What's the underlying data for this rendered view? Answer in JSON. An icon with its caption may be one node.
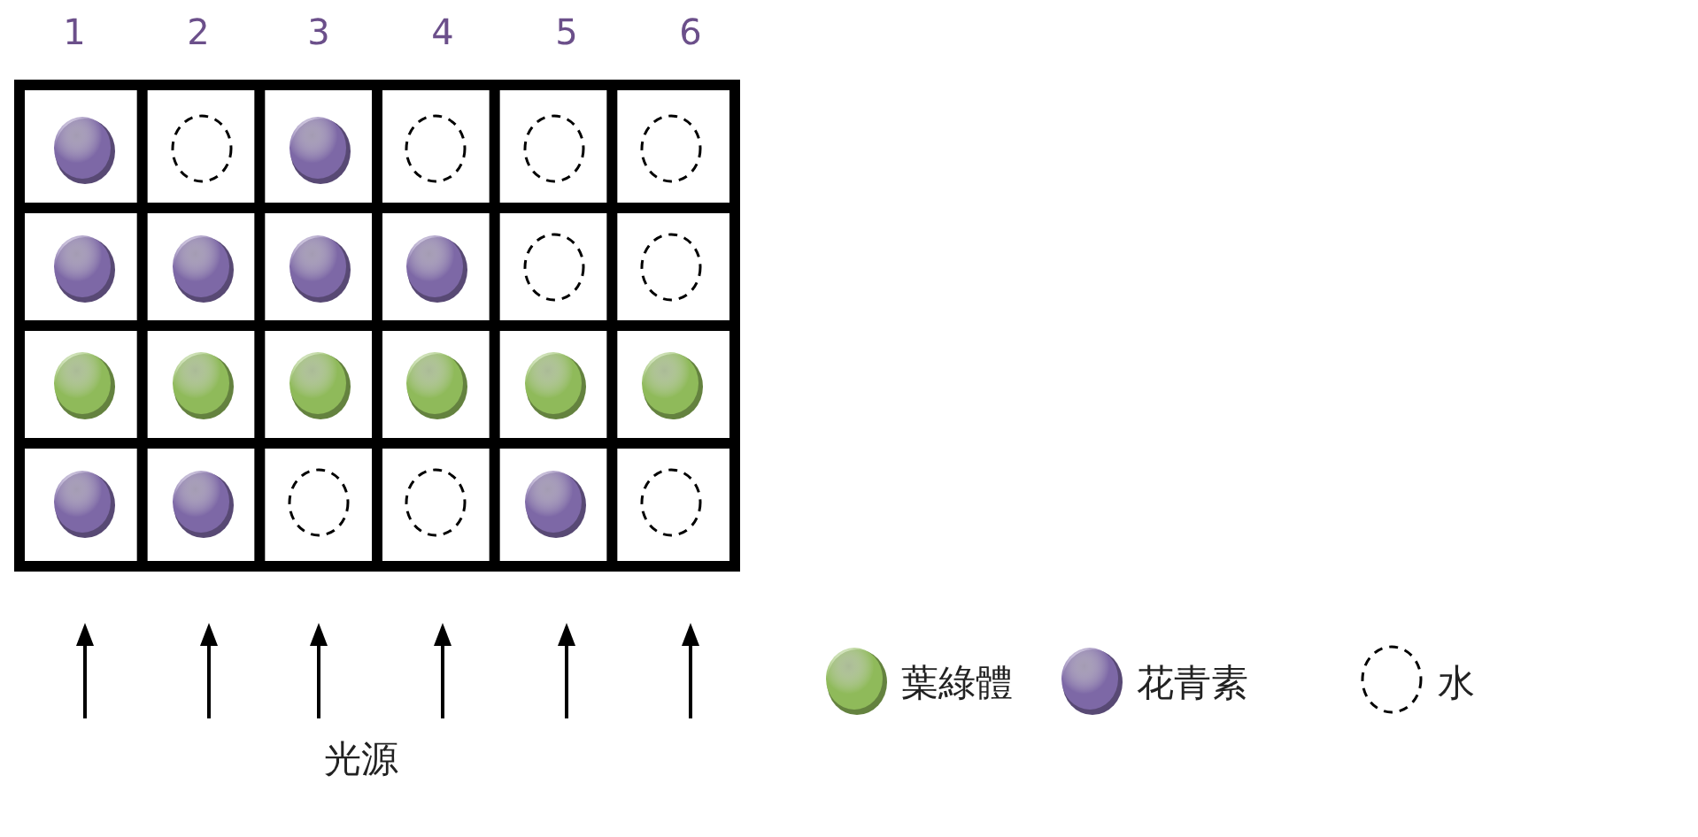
{
  "diagram": {
    "labels": [
      "1",
      "2",
      "3",
      "4",
      "5",
      "6",
      "光源"
    ],
    "legend": [
      {
        "text": "葉綠體",
        "color": "#8fba5a"
      },
      {
        "text": "花青素",
        "color": "#7d68a6"
      },
      {
        "text": "水"
      }
    ]
  }
}
